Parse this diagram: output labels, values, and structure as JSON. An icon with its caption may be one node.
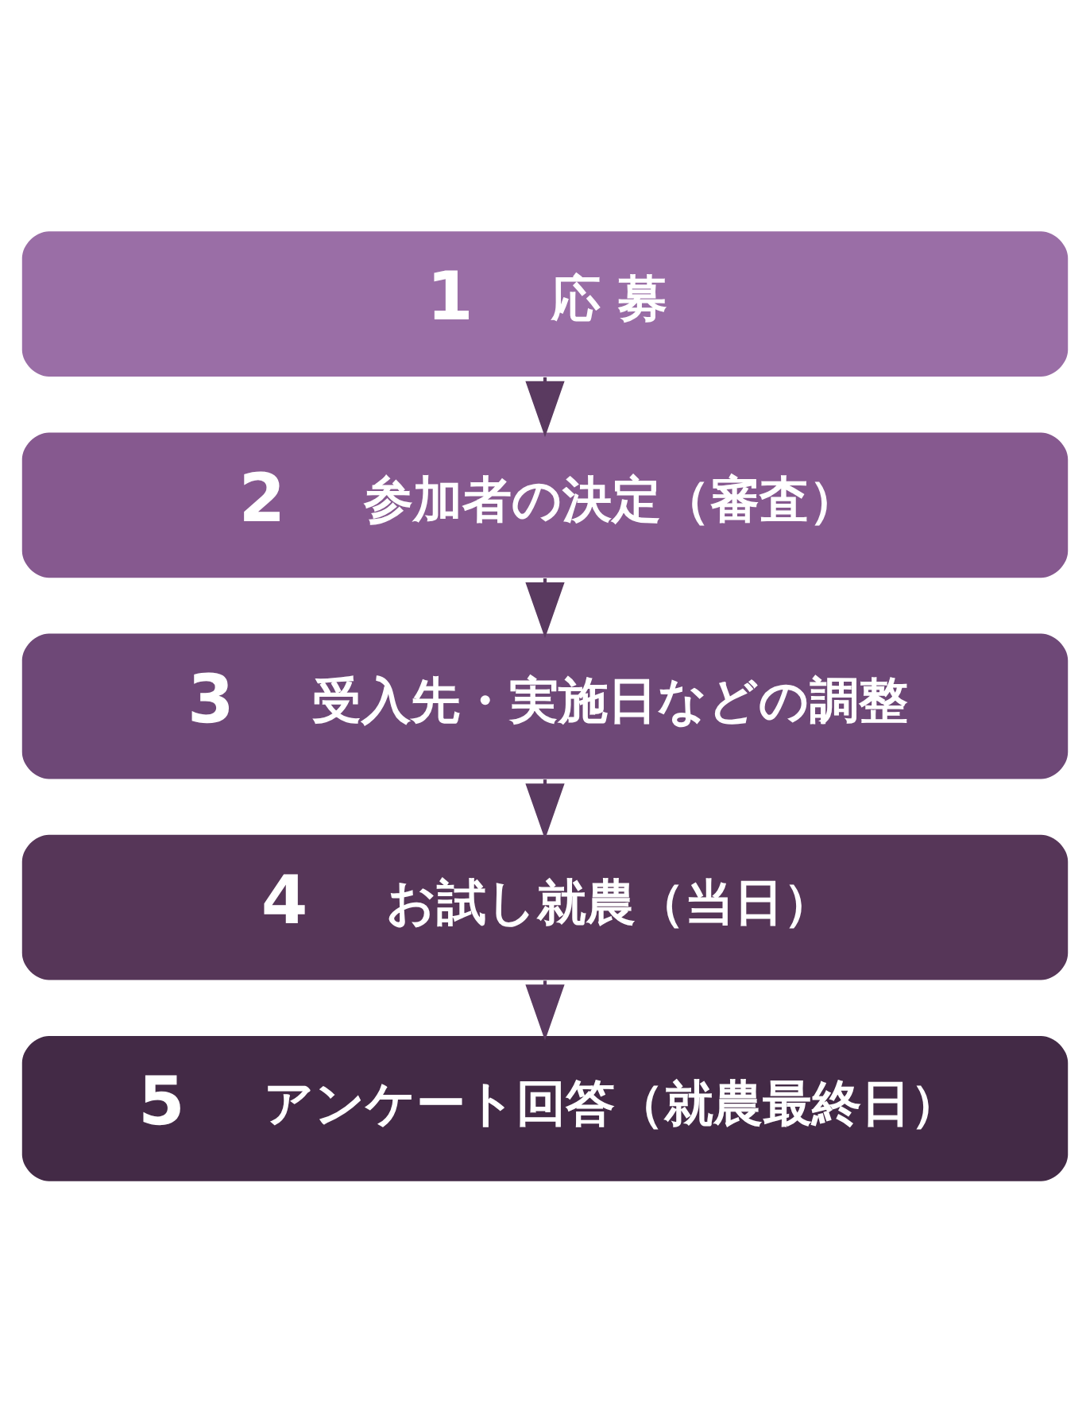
{
  "diagram": {
    "nodes": [
      {
        "text": [
          "1",
          "応 募"
        ]
      },
      {
        "text": [
          "2",
          "参加者の決定（審査）"
        ]
      },
      {
        "text": [
          "3",
          "受入先・実施日などの調整"
        ]
      },
      {
        "text": [
          "4",
          "お試し就農（当日）"
        ]
      },
      {
        "text": [
          "5",
          "アンケート回答（就農最終日）"
        ]
      }
    ],
    "edges": [
      {
        "from": 0,
        "to": 1,
        "arrow": "to"
      },
      {
        "from": 1,
        "to": 2,
        "arrow": "to"
      },
      {
        "from": 2,
        "to": 3,
        "arrow": "to"
      },
      {
        "from": 3,
        "to": 4,
        "arrow": "to"
      }
    ]
  }
}
